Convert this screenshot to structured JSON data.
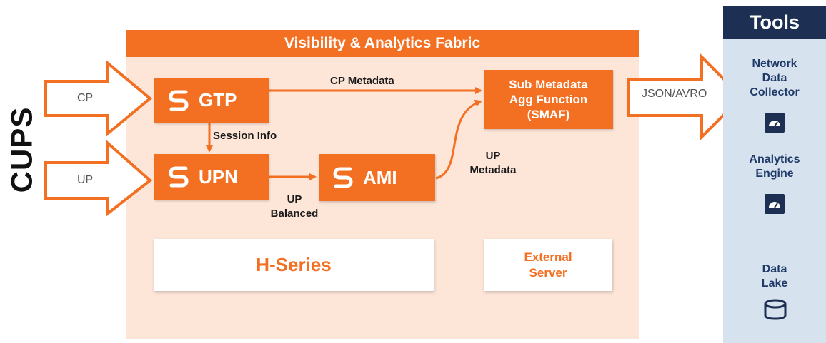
{
  "colors": {
    "accent": "#f36f21",
    "fabric_bg": "#fde5d8",
    "tools_bg": "#d6e2ee",
    "tools_header": "#1d2f52"
  },
  "left_label": "CUPS",
  "inputs": {
    "cp": "CP",
    "up": "UP"
  },
  "fabric": {
    "title": "Visibility & Analytics Fabric",
    "nodes": {
      "gtp": "GTP",
      "upn": "UPN",
      "ami": "AMI"
    },
    "smaf": {
      "line1": "Sub Metadata",
      "line2": "Agg Function",
      "line3": "(SMAF)"
    },
    "edges": {
      "cp_metadata": "CP Metadata",
      "session_info": "Session Info",
      "up_balanced_1": "UP",
      "up_balanced_2": "Balanced",
      "up_metadata_1": "UP",
      "up_metadata_2": "Metadata"
    },
    "h_series": "H-Series",
    "external_server": {
      "line1": "External",
      "line2": "Server"
    }
  },
  "output_arrow_label": "JSON/AVRO",
  "tools": {
    "title": "Tools",
    "items": [
      {
        "lines": [
          "Network",
          "Data",
          "Collector"
        ],
        "icon": "gauge-icon"
      },
      {
        "lines": [
          "Analytics",
          "Engine"
        ],
        "icon": "gauge-icon"
      },
      {
        "lines": [
          "Data",
          "Lake"
        ],
        "icon": "database-icon"
      }
    ]
  }
}
